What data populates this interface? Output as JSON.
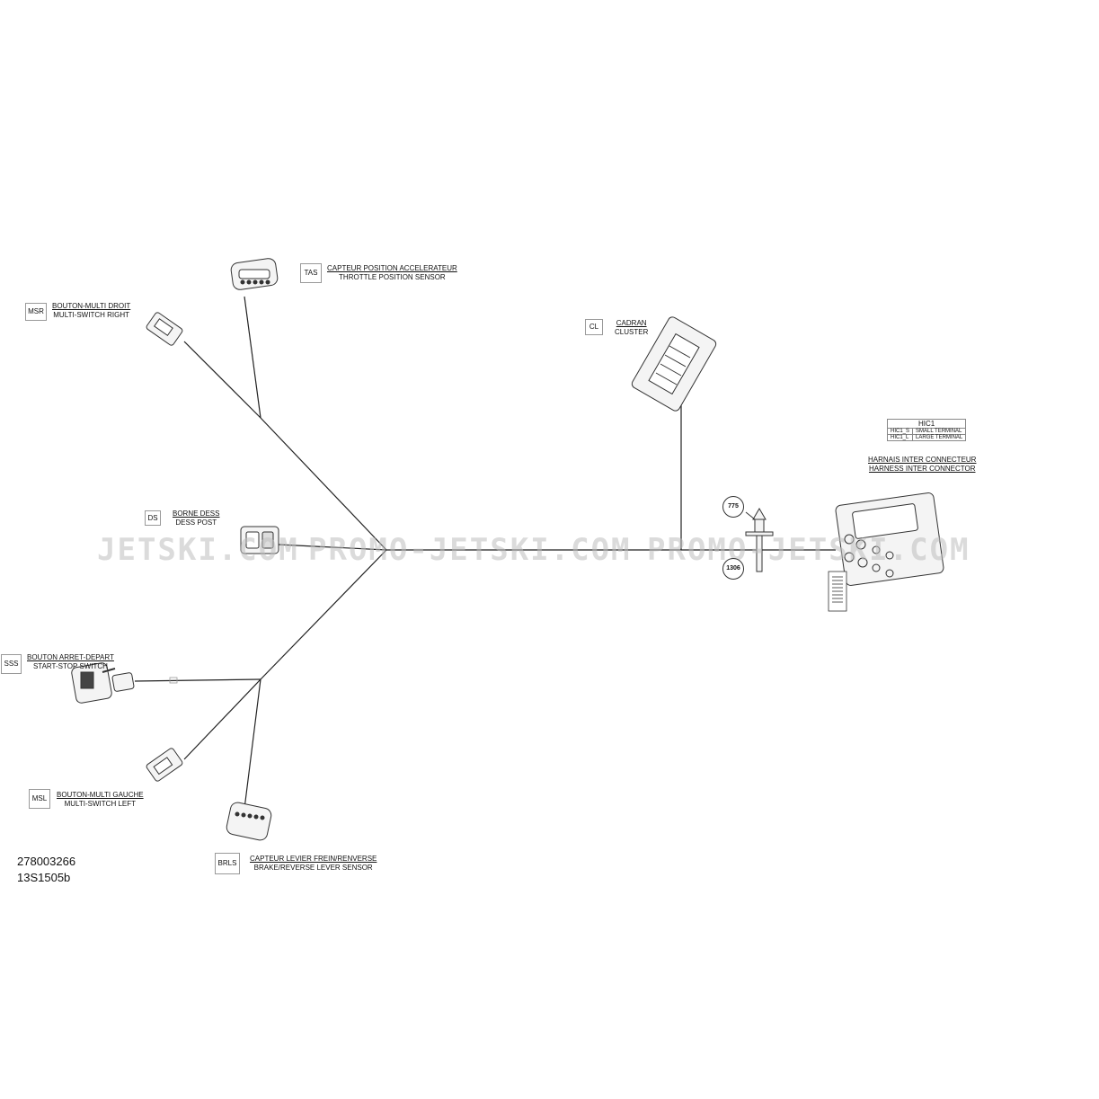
{
  "connectors": [
    {
      "code": "MSR",
      "fr": "BOUTON-MULTI DROIT",
      "en": "MULTI-SWITCH RIGHT"
    },
    {
      "code": "TAS",
      "fr": "CAPTEUR POSITION ACCELERATEUR",
      "en": "THROTTLE POSITION SENSOR"
    },
    {
      "code": "CL",
      "fr": "CADRAN",
      "en": "CLUSTER"
    },
    {
      "code": "DS",
      "fr": "BORNE DESS",
      "en": "DESS POST"
    },
    {
      "code": "SSS",
      "fr": "BOUTON ARRET-DEPART",
      "en": "START-STOP SWITCH"
    },
    {
      "code": "MSL",
      "fr": "BOUTON-MULTI GAUCHE",
      "en": "MULTI-SWITCH LEFT"
    },
    {
      "code": "BRLS",
      "fr": "CAPTEUR LEVIER FREIN/RENVERSE",
      "en": "BRAKE/REVERSE LEVER SENSOR"
    },
    {
      "code": "",
      "fr": "HARNAIS INTER CONNECTEUR",
      "en": "HARNESS INTER CONNECTOR"
    }
  ],
  "hic_table": {
    "title": "HIC1",
    "rows": [
      {
        "code": "HIC1_S",
        "desc": "SMALL TERMINAL"
      },
      {
        "code": "HIC1_L",
        "desc": "LARGE TERMINAL"
      }
    ]
  },
  "refs": [
    "775",
    "1306"
  ],
  "watermarks": [
    "JETSKI.COM",
    "PROMO-JETSKI.COM",
    "PROMO-JETSKI.COM"
  ],
  "footer": {
    "part_number": "278003266",
    "drawing_id": "13S1505b"
  }
}
